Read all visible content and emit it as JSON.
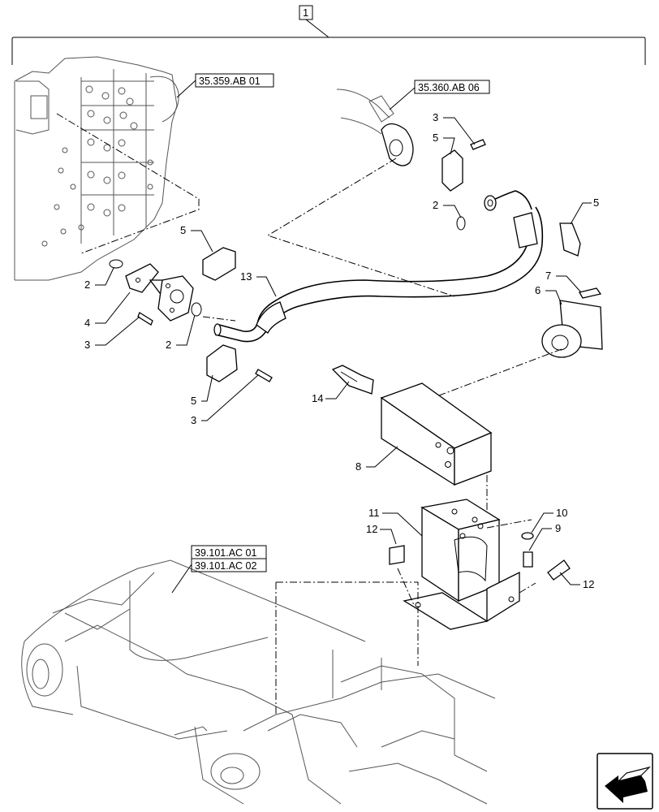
{
  "assembly_number": "1",
  "references": {
    "control_valve": "35.359.AB 01",
    "hose_end": "35.360.AB 06",
    "frame_a": "39.101.AC 01",
    "frame_b": "39.101.AC 02"
  },
  "callouts": {
    "c2_left_upper": "2",
    "c4": "4",
    "c3_left": "3",
    "c2_left_lower": "2",
    "c5_left_upper": "5",
    "c13": "13",
    "c5_left_lower": "5",
    "c3_left_lower": "3",
    "c3_top": "3",
    "c5_top": "5",
    "c2_top": "2",
    "c5_right": "5",
    "c7": "7",
    "c6": "6",
    "c14": "14",
    "c8": "8",
    "c11": "11",
    "c12_left": "12",
    "c10": "10",
    "c9": "9",
    "c12_right": "12"
  },
  "nav_icon": "next-page-arrow-icon"
}
